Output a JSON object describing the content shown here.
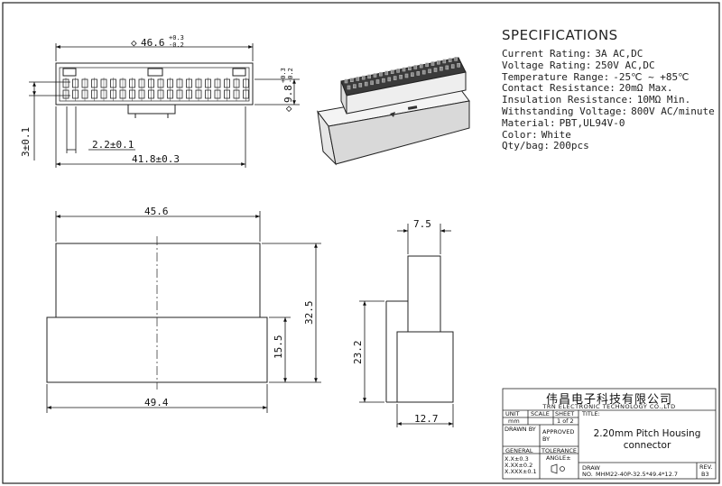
{
  "dimensions": {
    "top_width": "46.6",
    "top_width_tol_upper": "+0.3",
    "top_width_tol_lower": "-0.2",
    "top_height": "9.8",
    "top_height_tol_upper": "+0.3",
    "top_height_tol_lower": "-0.2",
    "row_offset": "3±0.1",
    "pitch": "2.2±0.1",
    "inner_width": "41.8±0.3",
    "front_upper_width": "45.6",
    "front_lower_width": "49.4",
    "front_total_height": "32.5",
    "front_lower_height": "15.5",
    "side_upper_width": "7.5",
    "side_lower_width": "12.7",
    "side_height": "23.2"
  },
  "specs": {
    "title": "SPECIFICATIONS",
    "lines": [
      {
        "label": "Current Rating:",
        "value": "3A AC,DC"
      },
      {
        "label": "Voltage Rating:",
        "value": "250V AC,DC"
      },
      {
        "label": "Temperature Range:",
        "value": "-25℃ ~ +85℃"
      },
      {
        "label": "Contact Resistance:",
        "value": "20mΩ Max."
      },
      {
        "label": "Insulation Resistance:",
        "value": "10MΩ Min."
      },
      {
        "label": "Withstanding Voltage:",
        "value": "800V AC/minute"
      },
      {
        "label": "Material:",
        "value": "PBT,UL94V-0"
      },
      {
        "label": "Color:",
        "value": "White"
      },
      {
        "label": "Qty/bag:",
        "value": "200pcs"
      }
    ]
  },
  "title_block": {
    "company_cn": "伟昌电子科技有限公司",
    "company_en": "TRN ELECTRONIC TECHNOLOGY CO.,LTD",
    "unit_label": "UNIT",
    "unit_value": "mm",
    "scale_label": "SCALE",
    "sheet_label": "SHEET",
    "sheet_value": "1 of 2",
    "title_label": "TITLE:",
    "title_line1": "2.20mm Pitch Housing",
    "title_line2": "connector",
    "drawn_by_label": "DRAWN BY",
    "approved_label": "APPROVED",
    "approved_by": "BY",
    "general_label": "GENERAL",
    "tolerance_label": "TOLERANCE",
    "angle_label": "ANGLE±",
    "tol1": "X.X±0.3",
    "tol2": "X.XX±0.2",
    "tol3": "X.XXX±0.1",
    "draw_label": "DRAW",
    "no_label": "NO.",
    "draw_no": "MHM22-40P-32.5*49.4*12.7",
    "rev_label": "REV.",
    "rev_value": "B3"
  }
}
